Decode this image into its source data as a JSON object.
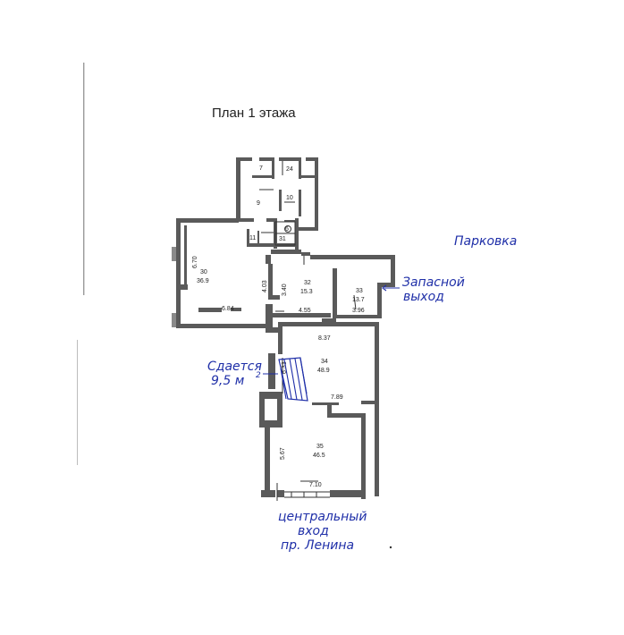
{
  "title": "План 1 этажа",
  "annotations": {
    "parking": "Парковка",
    "emergency_exit_1": "Запасной",
    "emergency_exit_2": "выход",
    "for_rent_1": "Сдается",
    "for_rent_2": "9,5 м",
    "for_rent_sup": "2",
    "main_entrance_1": "центральный",
    "main_entrance_2": "вход",
    "main_entrance_3": "пр. Ленина"
  },
  "rooms": [
    {
      "id": "7",
      "area": ""
    },
    {
      "id": "24",
      "area": ""
    },
    {
      "id": "10",
      "area": ""
    },
    {
      "id": "9",
      "area": ""
    },
    {
      "id": "11",
      "area": ""
    },
    {
      "id": "31",
      "area": ""
    },
    {
      "id": "30",
      "area": "36.9"
    },
    {
      "id": "32",
      "area": "15.3"
    },
    {
      "id": "33",
      "area": "13.7"
    },
    {
      "id": "34",
      "area": "48.9"
    },
    {
      "id": "35",
      "area": "46.5"
    }
  ],
  "dimensions": {
    "d_670": "6.70",
    "d_684": "6.84",
    "d_403": "4.03",
    "d_340": "3.40",
    "d_455": "4.55",
    "d_396": "3.96",
    "d_837": "8.37",
    "d_789": "7.89",
    "d_567": "5.67",
    "d_710": "7.10",
    "d_633": "6.33"
  },
  "stamp_mark": "6"
}
